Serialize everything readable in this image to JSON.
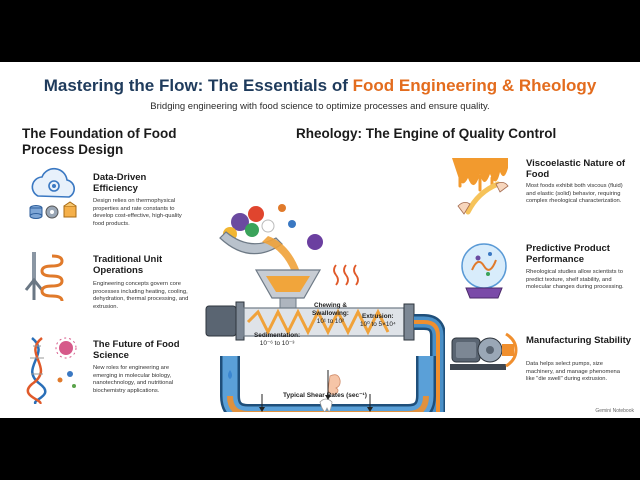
{
  "header": {
    "title_plain": "Mastering the Flow: The Essentials of ",
    "title_accent": "Food Engineering & Rheology",
    "subtitle": "Bridging engineering with food science to optimize processes and ensure quality."
  },
  "left": {
    "heading": "The Foundation of Food Process Design",
    "items": [
      {
        "title": "Data-Driven Efficiency",
        "desc": "Design relies on thermophysical properties and rate constants to develop cost-effective, high-quality food products.",
        "icon": "cloud-data-icon"
      },
      {
        "title": "Traditional Unit Operations",
        "desc": "Engineering concepts govern core processes including heating, cooling, dehydration, thermal processing, and extrusion.",
        "icon": "heating-coil-icon"
      },
      {
        "title": "The Future of Food Science",
        "desc": "New roles for engineering are emerging in molecular biology, nanotechnology, and nutritional biochemistry applications.",
        "icon": "dna-icon"
      }
    ]
  },
  "center": {
    "heading": "Rheology: The Engine of Quality Control",
    "labels": {
      "sedimentation": "Sedimentation:",
      "sedimentation_range": "10⁻⁶ to 10⁻³",
      "chewing": "Chewing &",
      "swallowing": "Swallowing:",
      "chewing_range": "10¹ to 10²",
      "extrusion": "Extrusion:",
      "extrusion_range": "10⁰ to 5×10⁴"
    },
    "axis_label": "Typical Shear Rates (sec⁻¹)"
  },
  "right": {
    "items": [
      {
        "title": "Viscoelastic Nature of Food",
        "desc": "Most foods exhibit both viscous (fluid) and elastic (solid) behavior, requiring complex rheological characterization.",
        "icon": "stretching-dough-icon"
      },
      {
        "title": "Predictive Product Performance",
        "desc": "Rheological studies allow scientists to predict texture, shelf stability, and molecular changes during processing.",
        "icon": "crystal-ball-icon"
      },
      {
        "title": "Manufacturing Stability",
        "desc": "Data helps select pumps, size machinery, and manage phenomena like \"die swell\" during extrusion.",
        "icon": "pump-icon"
      }
    ]
  },
  "footer": {
    "watermark": "Gemini Notebook"
  },
  "colors": {
    "accent": "#e36c1e",
    "title": "#1f3b5c",
    "pipe": "#4a90c8",
    "pipe_dark": "#1f4f7a"
  }
}
